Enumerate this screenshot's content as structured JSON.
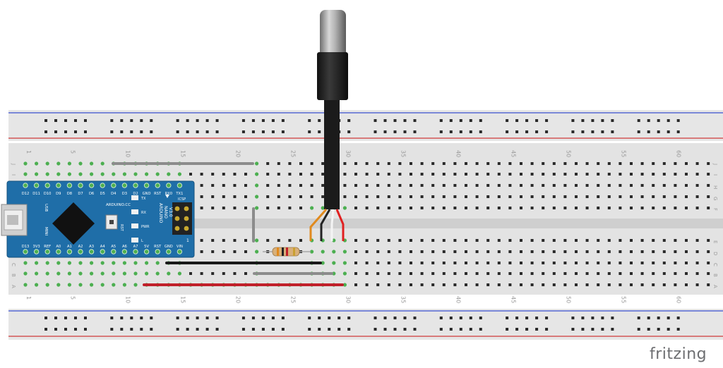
{
  "rows_top": [
    "J",
    "I",
    "H",
    "G",
    "F"
  ],
  "rows_bottom": [
    "E",
    "D",
    "C",
    "B",
    "A"
  ],
  "col_numbers": [
    "1",
    "5",
    "10",
    "15",
    "20",
    "25",
    "30",
    "35",
    "40",
    "45",
    "50",
    "55",
    "60"
  ],
  "arduino": {
    "top_pins": [
      "D12",
      "D11",
      "D10",
      "D9",
      "D8",
      "D7",
      "D6",
      "D5",
      "D4",
      "D3",
      "D2",
      "GND",
      "RST",
      "RX0",
      "TX1"
    ],
    "bottom_pins": [
      "D13",
      "3V3",
      "REF",
      "A0",
      "A1",
      "A2",
      "A3",
      "A4",
      "A5",
      "A6",
      "A7",
      "5V",
      "RST",
      "GND",
      "VIN"
    ],
    "board_text": "ARDUINO.CC",
    "model_line1": "ARDUINO",
    "model_line2": "NANO",
    "model_line3": "V3.0",
    "usb_text": "USB",
    "mini_text": "MINI",
    "icsp": "ICSP",
    "rst_label": "RST",
    "led_tx": "TX",
    "led_rx": "RX",
    "led_pwr": "PWR",
    "led_l": "L",
    "one_mark": "1"
  },
  "brand": "fritzing",
  "colors": {
    "breadboard": "#e6e6e6",
    "rail_blue": "#3a4fd0",
    "rail_red": "#d03a3a",
    "board_blue": "#1f6ea8",
    "wire_gray": "#8c8c8c",
    "wire_black": "#1a1a1a",
    "wire_red": "#c0202a",
    "sensor_orange": "#e08a1e",
    "sensor_white": "#f2f2f2",
    "sensor_red": "#e02020",
    "green_hole": "#4caf50"
  }
}
